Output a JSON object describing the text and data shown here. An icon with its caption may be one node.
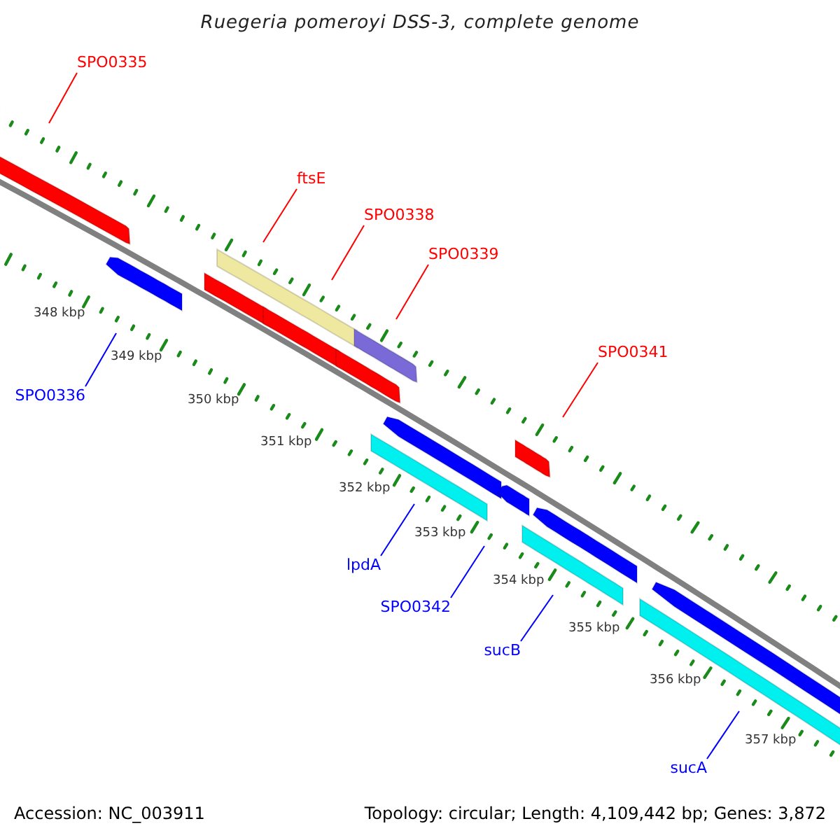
{
  "diagram": {
    "title": "Ruegeria pomeroyi DSS-3, complete genome",
    "nodes": [
      {
        "text": [
          "SPO0335"
        ]
      },
      {
        "text": [
          "ftsE"
        ]
      },
      {
        "text": [
          "SPO0338"
        ]
      },
      {
        "text": [
          "SPO0339"
        ]
      },
      {
        "text": [
          "SPO0341"
        ]
      },
      {
        "text": [
          "SPO0336"
        ]
      },
      {
        "text": [
          "lpdA"
        ]
      },
      {
        "text": [
          "SPO0342"
        ]
      },
      {
        "text": [
          "sucB"
        ]
      },
      {
        "text": [
          "sucA"
        ]
      }
    ],
    "edges": [
      {
        "from": 0,
        "to": null,
        "arrow": "none"
      },
      {
        "from": 1,
        "to": null,
        "arrow": "none"
      },
      {
        "from": 2,
        "to": null,
        "arrow": "none"
      },
      {
        "from": 3,
        "to": null,
        "arrow": "none"
      },
      {
        "from": 4,
        "to": null,
        "arrow": "none"
      },
      {
        "from": 5,
        "to": null,
        "arrow": "none",
        "color": "#0000ff"
      },
      {
        "from": 6,
        "to": null,
        "arrow": "none",
        "color": "#0000ff"
      },
      {
        "from": 7,
        "to": null,
        "arrow": "none",
        "color": "#0000ff"
      },
      {
        "from": 8,
        "to": null,
        "arrow": "none",
        "color": "#0000ff"
      },
      {
        "from": 9,
        "to": null,
        "arrow": "none",
        "color": "#0000ff"
      }
    ],
    "labels": [
      "348 kbp",
      "349 kbp",
      "350 kbp",
      "351 kbp",
      "352 kbp",
      "353 kbp",
      "354 kbp",
      "355 kbp",
      "356 kbp",
      "357 kbp",
      "Accession: NC_003911",
      "Topology: circular; Length: 4,109,442 bp; Genes: 3,872"
    ]
  }
}
